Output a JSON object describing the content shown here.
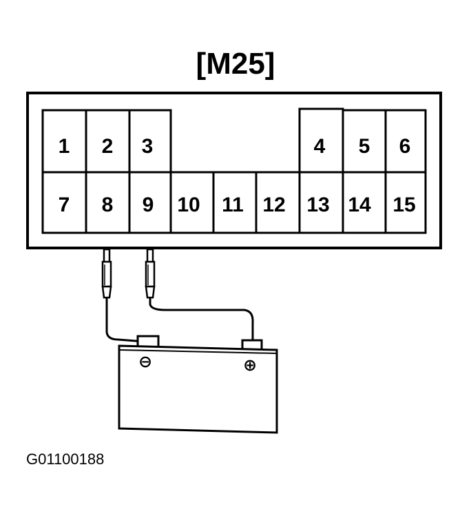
{
  "connector": {
    "id": "[M25]",
    "pins": [
      "1",
      "2",
      "3",
      "4",
      "5",
      "6",
      "7",
      "8",
      "9",
      "10",
      "11",
      "12",
      "13",
      "14",
      "15"
    ]
  },
  "battery": {
    "negative_symbol": "⊖",
    "positive_symbol": "⊕",
    "negative_lead_pin": "8",
    "positive_lead_pin": "9"
  },
  "figure_code": "G01100188",
  "colors": {
    "ink": "#000000",
    "paper": "#ffffff"
  }
}
